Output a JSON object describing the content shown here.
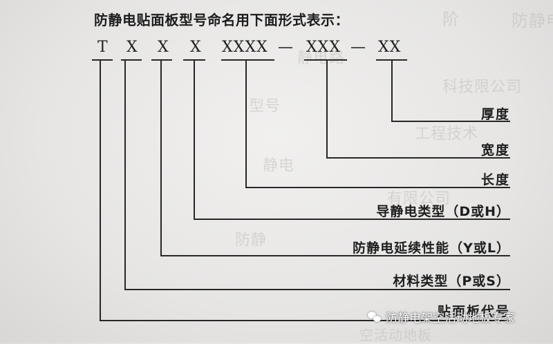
{
  "heading": "防静电贴面板型号命名用下面形式表示：",
  "code": {
    "t": "T",
    "x1": "X",
    "x2": "X",
    "x3": "X",
    "seg1": "XXXX",
    "seg2": "XXX",
    "seg3": "XX",
    "sep": "—"
  },
  "fields": {
    "thickness": "厚度",
    "width": "宽度",
    "length": "长度",
    "antistatic_type": "导静电类型（D或H）",
    "antistatic_extension": "防静电延续性能（Y或L）",
    "material_type": "材料类型（P或S）",
    "panel_code": "贴面板代号"
  },
  "watermark": "防静电架空活动地板专家"
}
